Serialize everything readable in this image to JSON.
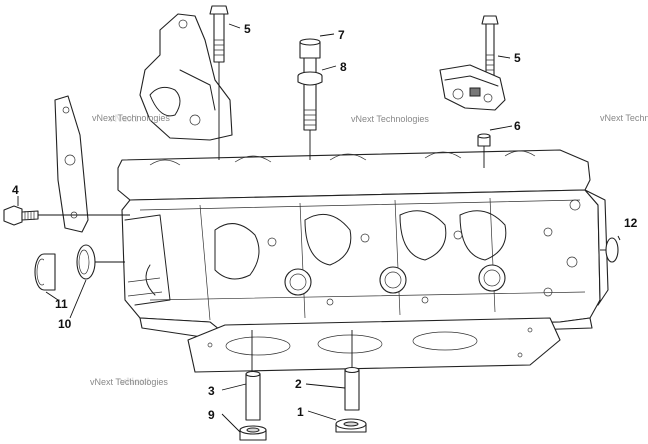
{
  "callouts": {
    "c1": "1",
    "c2": "2",
    "c3": "3",
    "c4": "4",
    "c5a": "5",
    "c5b": "5",
    "c6": "6",
    "c7": "7",
    "c8": "8",
    "c9": "9",
    "c10": "10",
    "c11": "11",
    "c12": "12"
  },
  "watermarks": {
    "w1": "vNext Technologies",
    "w2": "vNext Technologies",
    "w3": "vNext Technologies",
    "w4": "vNext Technologies",
    "w5": "vNext",
    "w6": "vNext"
  }
}
